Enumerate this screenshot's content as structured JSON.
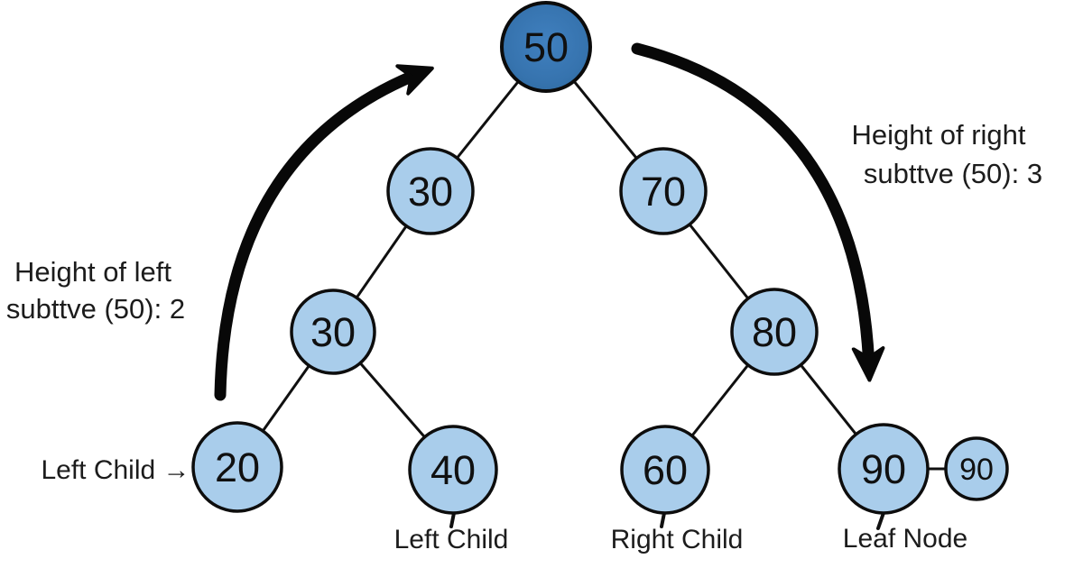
{
  "colors": {
    "background": "#ffffff",
    "node_fill": "#a9cdeb",
    "node_stroke": "#0d0d0d",
    "root_fill_center": "#4080bf",
    "root_fill_edge": "#2e6a9f",
    "edge_line": "#101010",
    "arrow": "#080808",
    "label_text": "#1c1c1c"
  },
  "tree": {
    "nodes": [
      {
        "value": "50",
        "role": "root"
      },
      {
        "value": "30",
        "role": "internal"
      },
      {
        "value": "70",
        "role": "internal"
      },
      {
        "value": "30",
        "role": "internal"
      },
      {
        "value": "80",
        "role": "internal"
      },
      {
        "value": "20",
        "role": "leaf"
      },
      {
        "value": "40",
        "role": "leaf"
      },
      {
        "value": "60",
        "role": "leaf"
      },
      {
        "value": "90",
        "role": "leaf"
      },
      {
        "value": "90",
        "role": "leaf-small"
      }
    ],
    "edges": [
      [
        0,
        1
      ],
      [
        0,
        2
      ],
      [
        1,
        3
      ],
      [
        3,
        5
      ],
      [
        3,
        6
      ],
      [
        2,
        4
      ],
      [
        4,
        7
      ],
      [
        4,
        8
      ],
      [
        8,
        9
      ]
    ]
  },
  "annotations": {
    "height_left_line1": "Height of left",
    "height_left_line2": "subttve (50): 2",
    "height_right_line1": "Height of right",
    "height_right_line2": "subttve (50): 3",
    "left_child_pointer": "Left Child →",
    "left_child_caption": "Left Child",
    "right_child_caption": "Right Child",
    "leaf_node_caption": "Leaf Node"
  }
}
